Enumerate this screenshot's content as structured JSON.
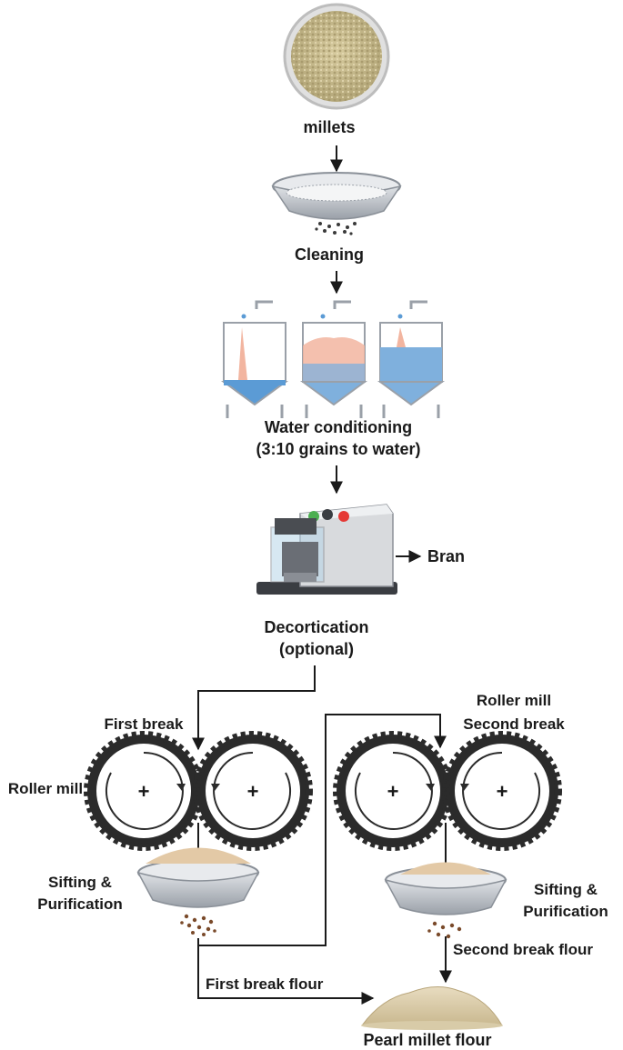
{
  "steps": {
    "millets": "millets",
    "cleaning": "Cleaning",
    "water_line1": "Water conditioning",
    "water_line2": "(3:10 grains to water)",
    "bran": "Bran",
    "decort_line1": "Decortication",
    "decort_line2": "(optional)",
    "first_break": "First break",
    "roller_mill_left": "Roller mill",
    "roller_mill_right": "Roller mill",
    "second_break": "Second break",
    "sift_left_line1": "Sifting &",
    "sift_left_line2": "Purification",
    "sift_right_line1": "Sifting &",
    "sift_right_line2": "Purification",
    "second_break_flour": "Second break flour",
    "first_break_flour": "First break flour",
    "pearl_millet_flour": "Pearl millet flour"
  },
  "colors": {
    "grain": "#c9bb8c",
    "water": "#5b9bd5",
    "powder": "#e3c9a6",
    "tank_fill_pink": "#f2b5a0",
    "roller": "#2b2b2b",
    "sieve": "#b9bcc2",
    "bran": "#7a4a2a"
  }
}
